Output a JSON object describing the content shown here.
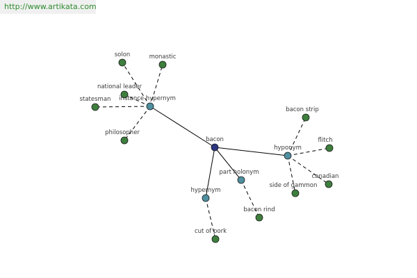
{
  "header": {
    "url": "http://www.artikata.com"
  },
  "colors": {
    "center": "#2c3580",
    "relation": "#4f8fa0",
    "leaf": "#3e7f3e",
    "url_text": "#2e8b2e"
  },
  "graph": {
    "nodes": [
      {
        "id": "bacon",
        "label": "bacon",
        "kind": "center"
      },
      {
        "id": "instance-hypernym",
        "label": "instance hypernym",
        "kind": "relation"
      },
      {
        "id": "hyponym",
        "label": "hyponym",
        "kind": "relation"
      },
      {
        "id": "part-holonym",
        "label": "part holonym",
        "kind": "relation"
      },
      {
        "id": "hypernym",
        "label": "hypernym",
        "kind": "relation"
      },
      {
        "id": "solon",
        "label": "solon",
        "kind": "leaf"
      },
      {
        "id": "monastic",
        "label": "monastic",
        "kind": "leaf"
      },
      {
        "id": "national-leader",
        "label": "national leader",
        "kind": "leaf"
      },
      {
        "id": "statesman",
        "label": "statesman",
        "kind": "leaf"
      },
      {
        "id": "philosopher",
        "label": "philosopher",
        "kind": "leaf"
      },
      {
        "id": "bacon-strip",
        "label": "bacon strip",
        "kind": "leaf"
      },
      {
        "id": "flitch",
        "label": "flitch",
        "kind": "leaf"
      },
      {
        "id": "canadian",
        "label": "canadian",
        "kind": "leaf"
      },
      {
        "id": "side-of-gammon",
        "label": "side of gammon",
        "kind": "leaf"
      },
      {
        "id": "bacon-rind",
        "label": "bacon rind",
        "kind": "leaf"
      },
      {
        "id": "cut-of-pork",
        "label": "cut of pork",
        "kind": "leaf"
      }
    ],
    "edges": [
      {
        "from": "bacon",
        "to": "instance-hypernym",
        "style": "solid"
      },
      {
        "from": "bacon",
        "to": "hyponym",
        "style": "solid"
      },
      {
        "from": "bacon",
        "to": "part-holonym",
        "style": "solid"
      },
      {
        "from": "bacon",
        "to": "hypernym",
        "style": "solid"
      },
      {
        "from": "instance-hypernym",
        "to": "solon",
        "style": "dashed"
      },
      {
        "from": "instance-hypernym",
        "to": "monastic",
        "style": "dashed"
      },
      {
        "from": "instance-hypernym",
        "to": "national-leader",
        "style": "dashed"
      },
      {
        "from": "instance-hypernym",
        "to": "statesman",
        "style": "dashed"
      },
      {
        "from": "instance-hypernym",
        "to": "philosopher",
        "style": "dashed"
      },
      {
        "from": "hyponym",
        "to": "bacon-strip",
        "style": "dashed"
      },
      {
        "from": "hyponym",
        "to": "flitch",
        "style": "dashed"
      },
      {
        "from": "hyponym",
        "to": "canadian",
        "style": "dashed"
      },
      {
        "from": "hyponym",
        "to": "side-of-gammon",
        "style": "dashed"
      },
      {
        "from": "part-holonym",
        "to": "bacon-rind",
        "style": "dashed"
      },
      {
        "from": "hypernym",
        "to": "cut-of-pork",
        "style": "dashed"
      }
    ]
  }
}
